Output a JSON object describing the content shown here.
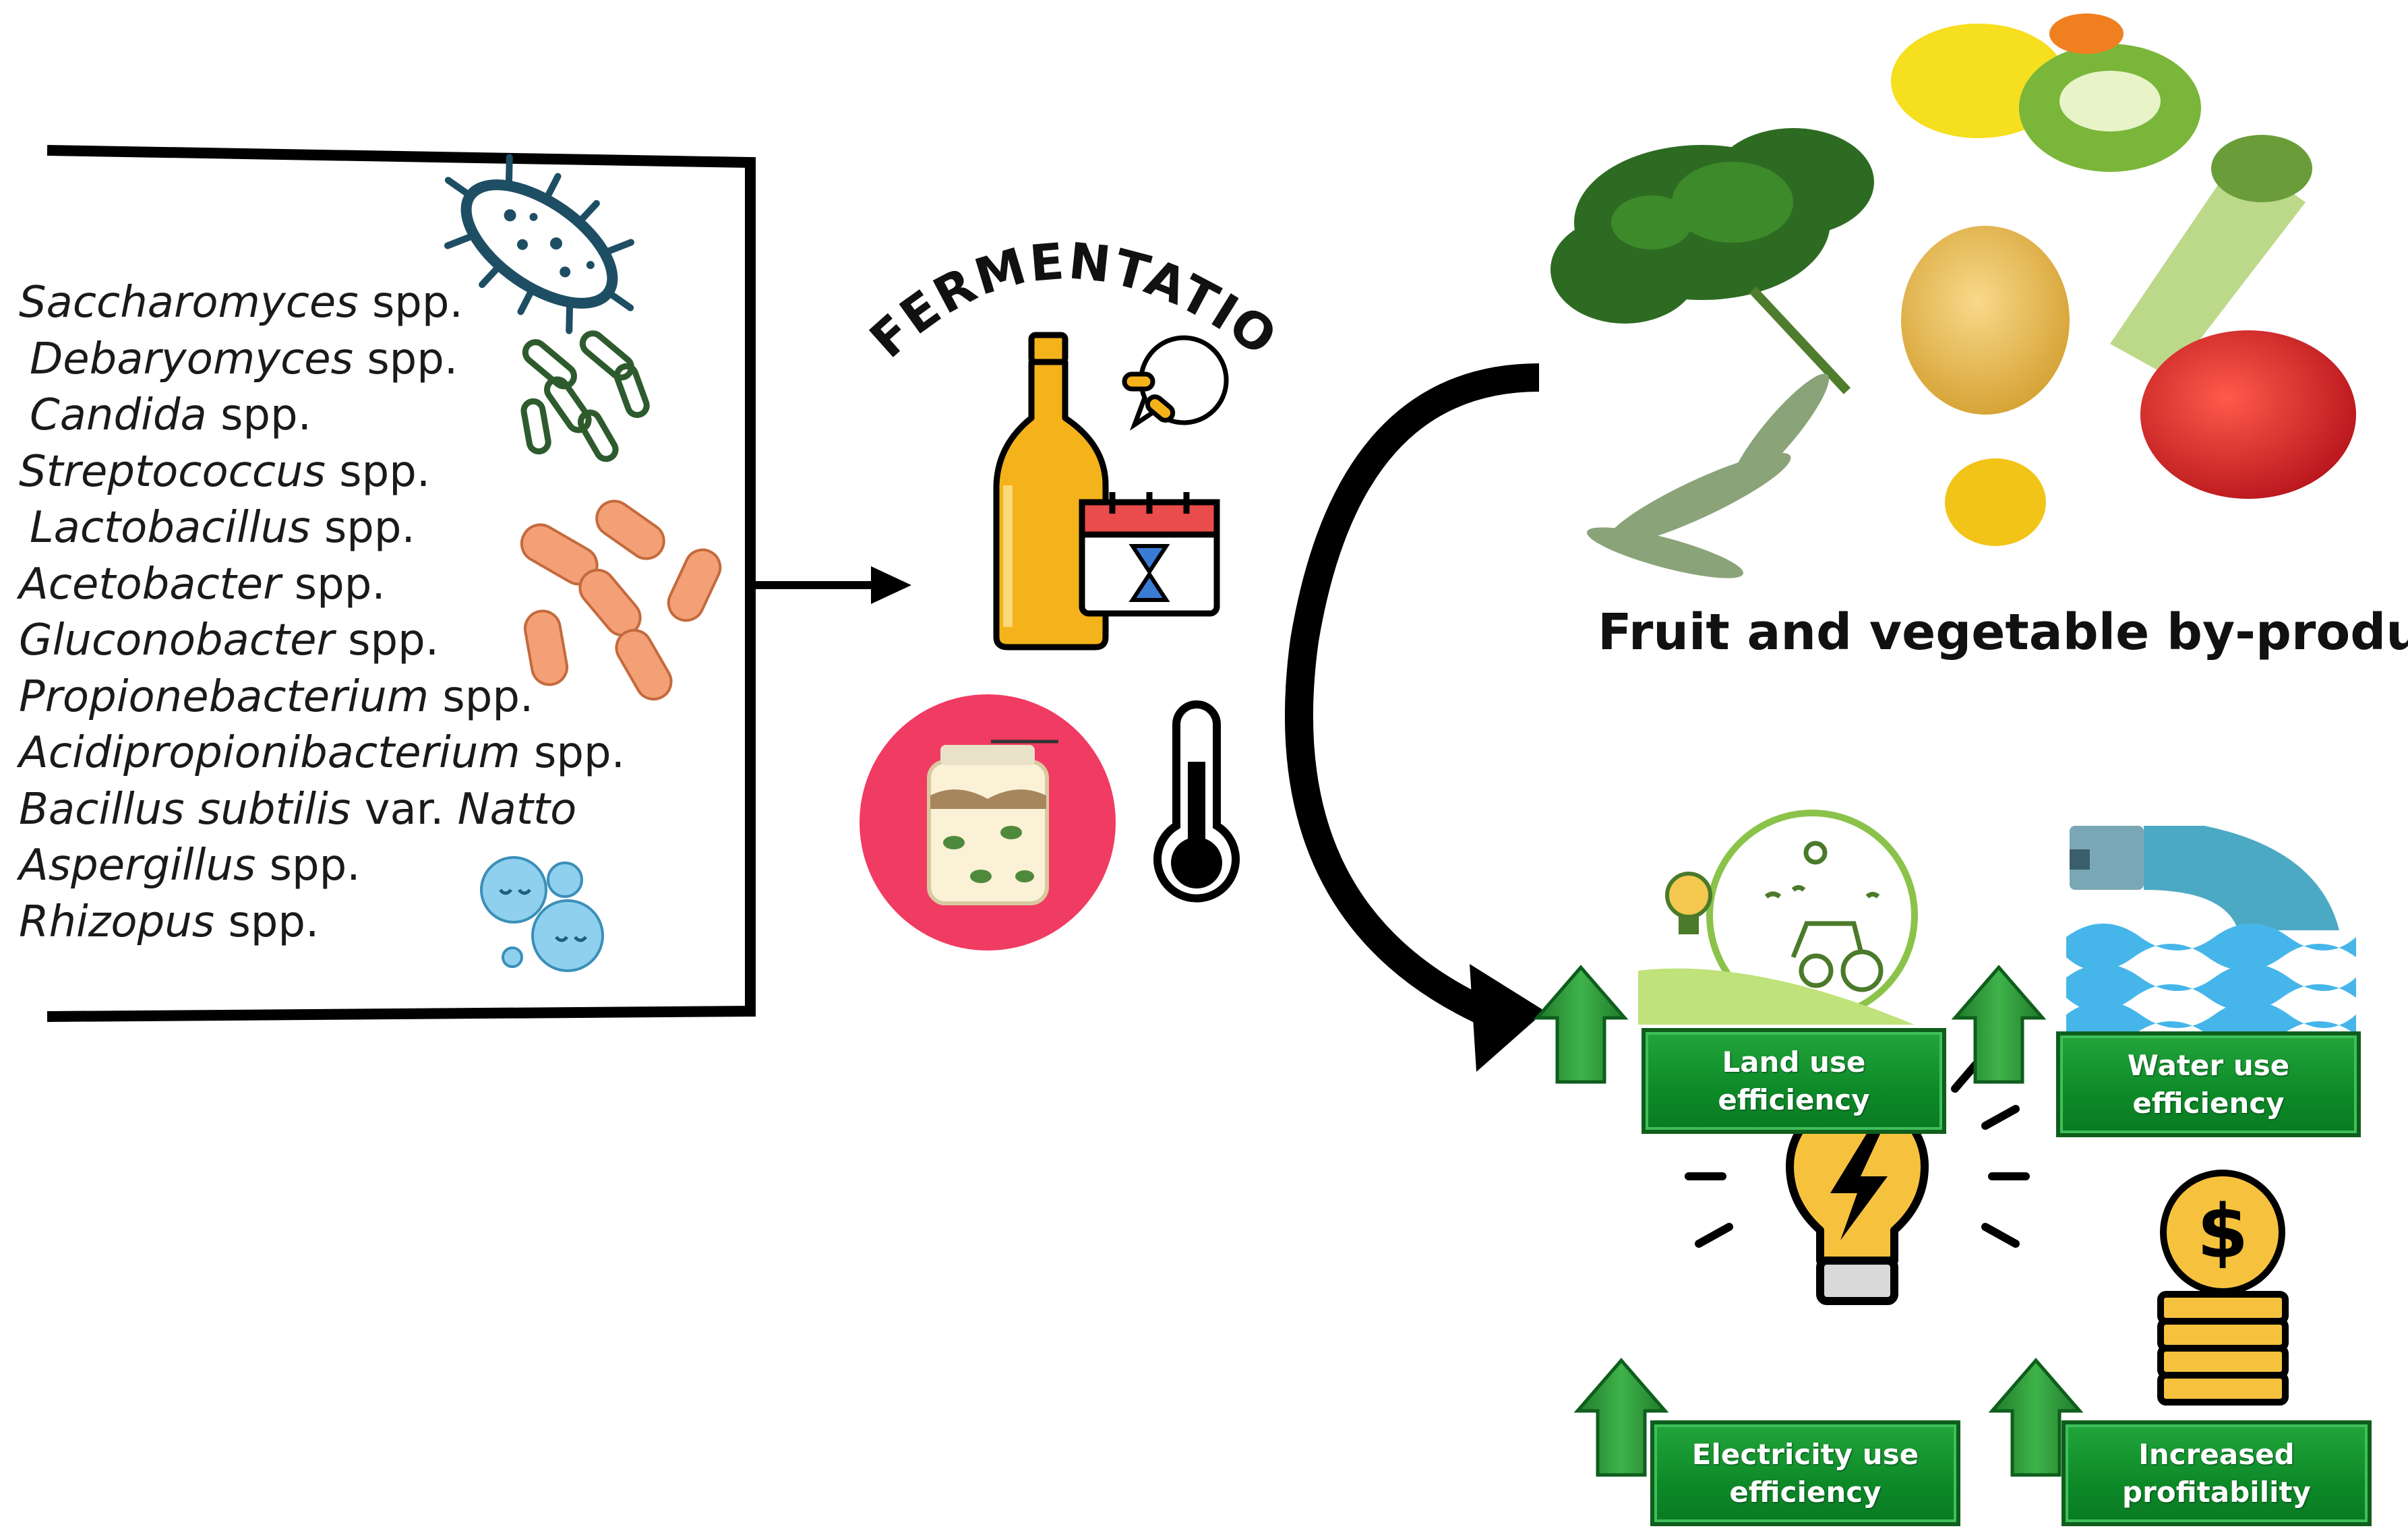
{
  "microbes": [
    {
      "genus": "Saccharomyces",
      "suffix": " spp."
    },
    {
      "genus": "Debaryomyces",
      "suffix": " spp."
    },
    {
      "genus": "Candida",
      "suffix": " spp."
    },
    {
      "genus": "Streptococcus",
      "suffix": " spp."
    },
    {
      "genus": "Lactobacillus",
      "suffix": " spp."
    },
    {
      "genus": "Acetobacter",
      "suffix": " spp."
    },
    {
      "genus": "Gluconobacter",
      "suffix": " spp."
    },
    {
      "genus": "Propionebacterium",
      "suffix": " spp."
    },
    {
      "genus": "Acidipropionibacterium",
      "suffix": " spp."
    },
    {
      "genus": "Bacillus subtilis",
      "suffix": " var. ",
      "tail": "Natto"
    },
    {
      "genus": "Aspergillus",
      "suffix": " spp."
    },
    {
      "genus": "Rhizopus",
      "suffix": " spp."
    }
  ],
  "process": {
    "label": "FERMENTATION"
  },
  "feedstock": {
    "label": "Fruit and vegetable by-products"
  },
  "benefits": {
    "land": "Land use\nefficiency",
    "water": "Water use\nefficiency",
    "electricity": "Electricity use\nefficiency",
    "profit": "Increased\nprofitability"
  },
  "colors": {
    "outline": "#000000",
    "bacteria_dark": "#1e4e63",
    "bacteria_green": "#2e5b2e",
    "bacteria_orange": "#f4a077",
    "yeast_blue": "#8fd0ee",
    "bottle": "#f4b21b",
    "jar_circle": "#f03b63",
    "benefit_green": "#12922e",
    "arrow_green": "#33a23c"
  }
}
